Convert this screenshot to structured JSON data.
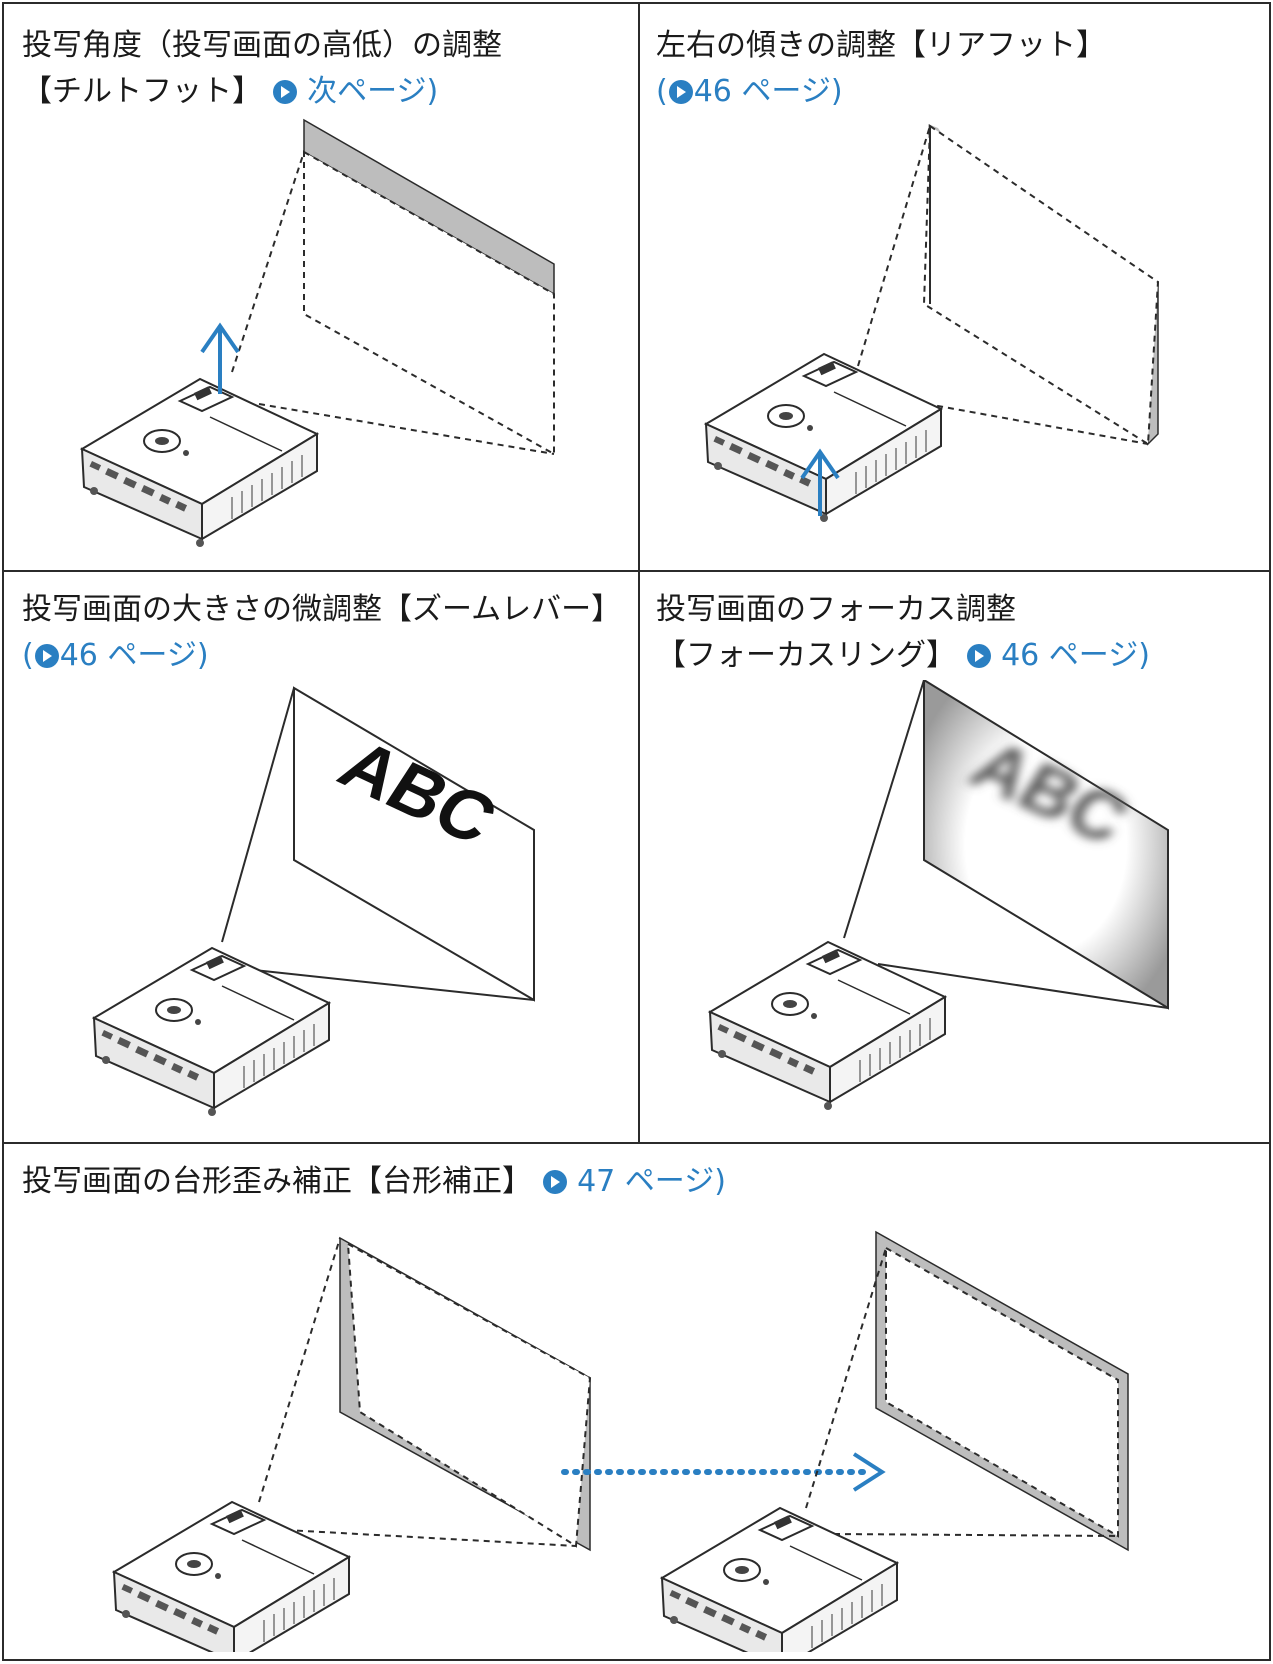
{
  "panels": {
    "tilt": {
      "title_line1": "投写角度（投写画面の高低）の調整",
      "title_line2": "【チルトフット】",
      "ref_text": "次ページ)",
      "ref_icon": "circle-arrow-icon"
    },
    "rear_foot": {
      "title_line1": "左右の傾きの調整【リアフット】",
      "ref_open": "(",
      "ref_text": "46 ページ)",
      "ref_icon": "circle-arrow-icon"
    },
    "zoom": {
      "title_line1": "投写画面の大きさの微調整【ズームレバー】",
      "ref_open": "(",
      "ref_text": "46 ページ)",
      "ref_icon": "circle-arrow-icon",
      "screen_text": "ABC"
    },
    "focus": {
      "title_line1": "投写画面のフォーカス調整",
      "title_line2": "【フォーカスリング】",
      "ref_text": "46 ページ)",
      "ref_icon": "circle-arrow-icon",
      "screen_text": "ABC"
    },
    "keystone": {
      "title_line1": "投写画面の台形歪み補正【台形補正】",
      "ref_text": "47 ページ)",
      "ref_icon": "circle-arrow-icon"
    }
  },
  "colors": {
    "accent": "#2a7fc2",
    "line": "#2b2b2b",
    "screen_shade": "#bdbdbd"
  }
}
